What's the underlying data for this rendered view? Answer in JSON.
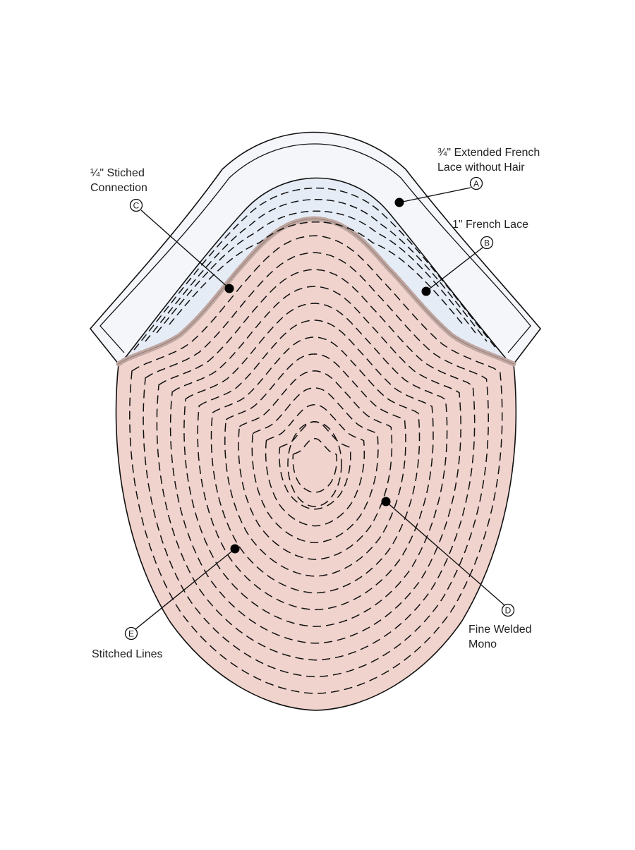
{
  "colors": {
    "background": "#ffffff",
    "outline": "#111111",
    "outer_lace": "#f4f6fa",
    "french_lace": "#e6ecf5",
    "mono": "#f0d3cd",
    "stitch_scallop": "#d8c2bd",
    "stitch": "#111111"
  },
  "callouts": [
    {
      "id": "A",
      "letter": "A",
      "lines": [
        "¾\" Extended French",
        "Lace without Hair"
      ]
    },
    {
      "id": "B",
      "letter": "B",
      "lines": [
        "1\" French Lace"
      ]
    },
    {
      "id": "C",
      "letter": "C",
      "lines": [
        "¼\" Stiched",
        "Connection"
      ]
    },
    {
      "id": "D",
      "letter": "D",
      "lines": [
        "Fine Welded",
        "Mono"
      ]
    },
    {
      "id": "E",
      "letter": "E",
      "lines": [
        "Stitched Lines"
      ]
    }
  ]
}
